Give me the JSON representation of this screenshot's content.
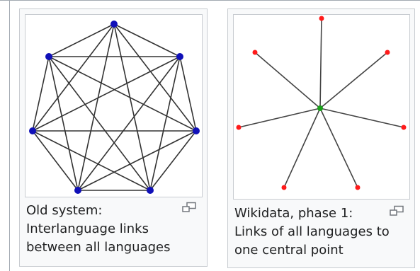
{
  "thumbnails": [
    {
      "caption_lines": [
        "Old system:",
        "Interlanguage links",
        "between all languages"
      ],
      "diagram": "complete-graph",
      "node_color": "#1010b8"
    },
    {
      "caption_lines": [
        "Wikidata, phase 1:",
        "Links of all languages to",
        "one central point"
      ],
      "diagram": "star-graph",
      "node_color": "#ff1a1a",
      "center_color": "#1aa01a"
    }
  ],
  "icons": {
    "enlarge": "magnify-clip-icon"
  }
}
